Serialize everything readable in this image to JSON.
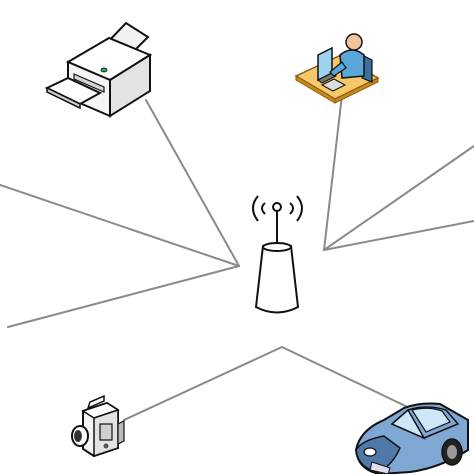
{
  "diagram": {
    "type": "wireless-network",
    "hub": {
      "icon": "wireless-access-point-icon"
    },
    "nodes": [
      {
        "id": "printer",
        "icon": "printer-icon",
        "connection": "wireless"
      },
      {
        "id": "workstation",
        "icon": "user-at-desk-icon",
        "connection": "wireless"
      },
      {
        "id": "camcorder",
        "icon": "video-camera-icon",
        "connection": "wireless"
      },
      {
        "id": "car",
        "icon": "car-icon",
        "connection": "wireless"
      }
    ]
  },
  "colors": {
    "line": "#8a8a8a",
    "device_fill": "#ffffff",
    "device_stroke": "#1a1a1a",
    "printer_paper": "#f2f2f2",
    "printer_light": "#1fa84a",
    "desk_top": "#f5c86a",
    "desk_edge": "#c98a1c",
    "person_skin": "#f2c49b",
    "person_shirt": "#5aa6d8",
    "monitor_screen": "#9ed3f0",
    "car_body": "#7fa7d4",
    "car_shadow": "#4f79a8",
    "car_window": "#cfe6f7"
  }
}
